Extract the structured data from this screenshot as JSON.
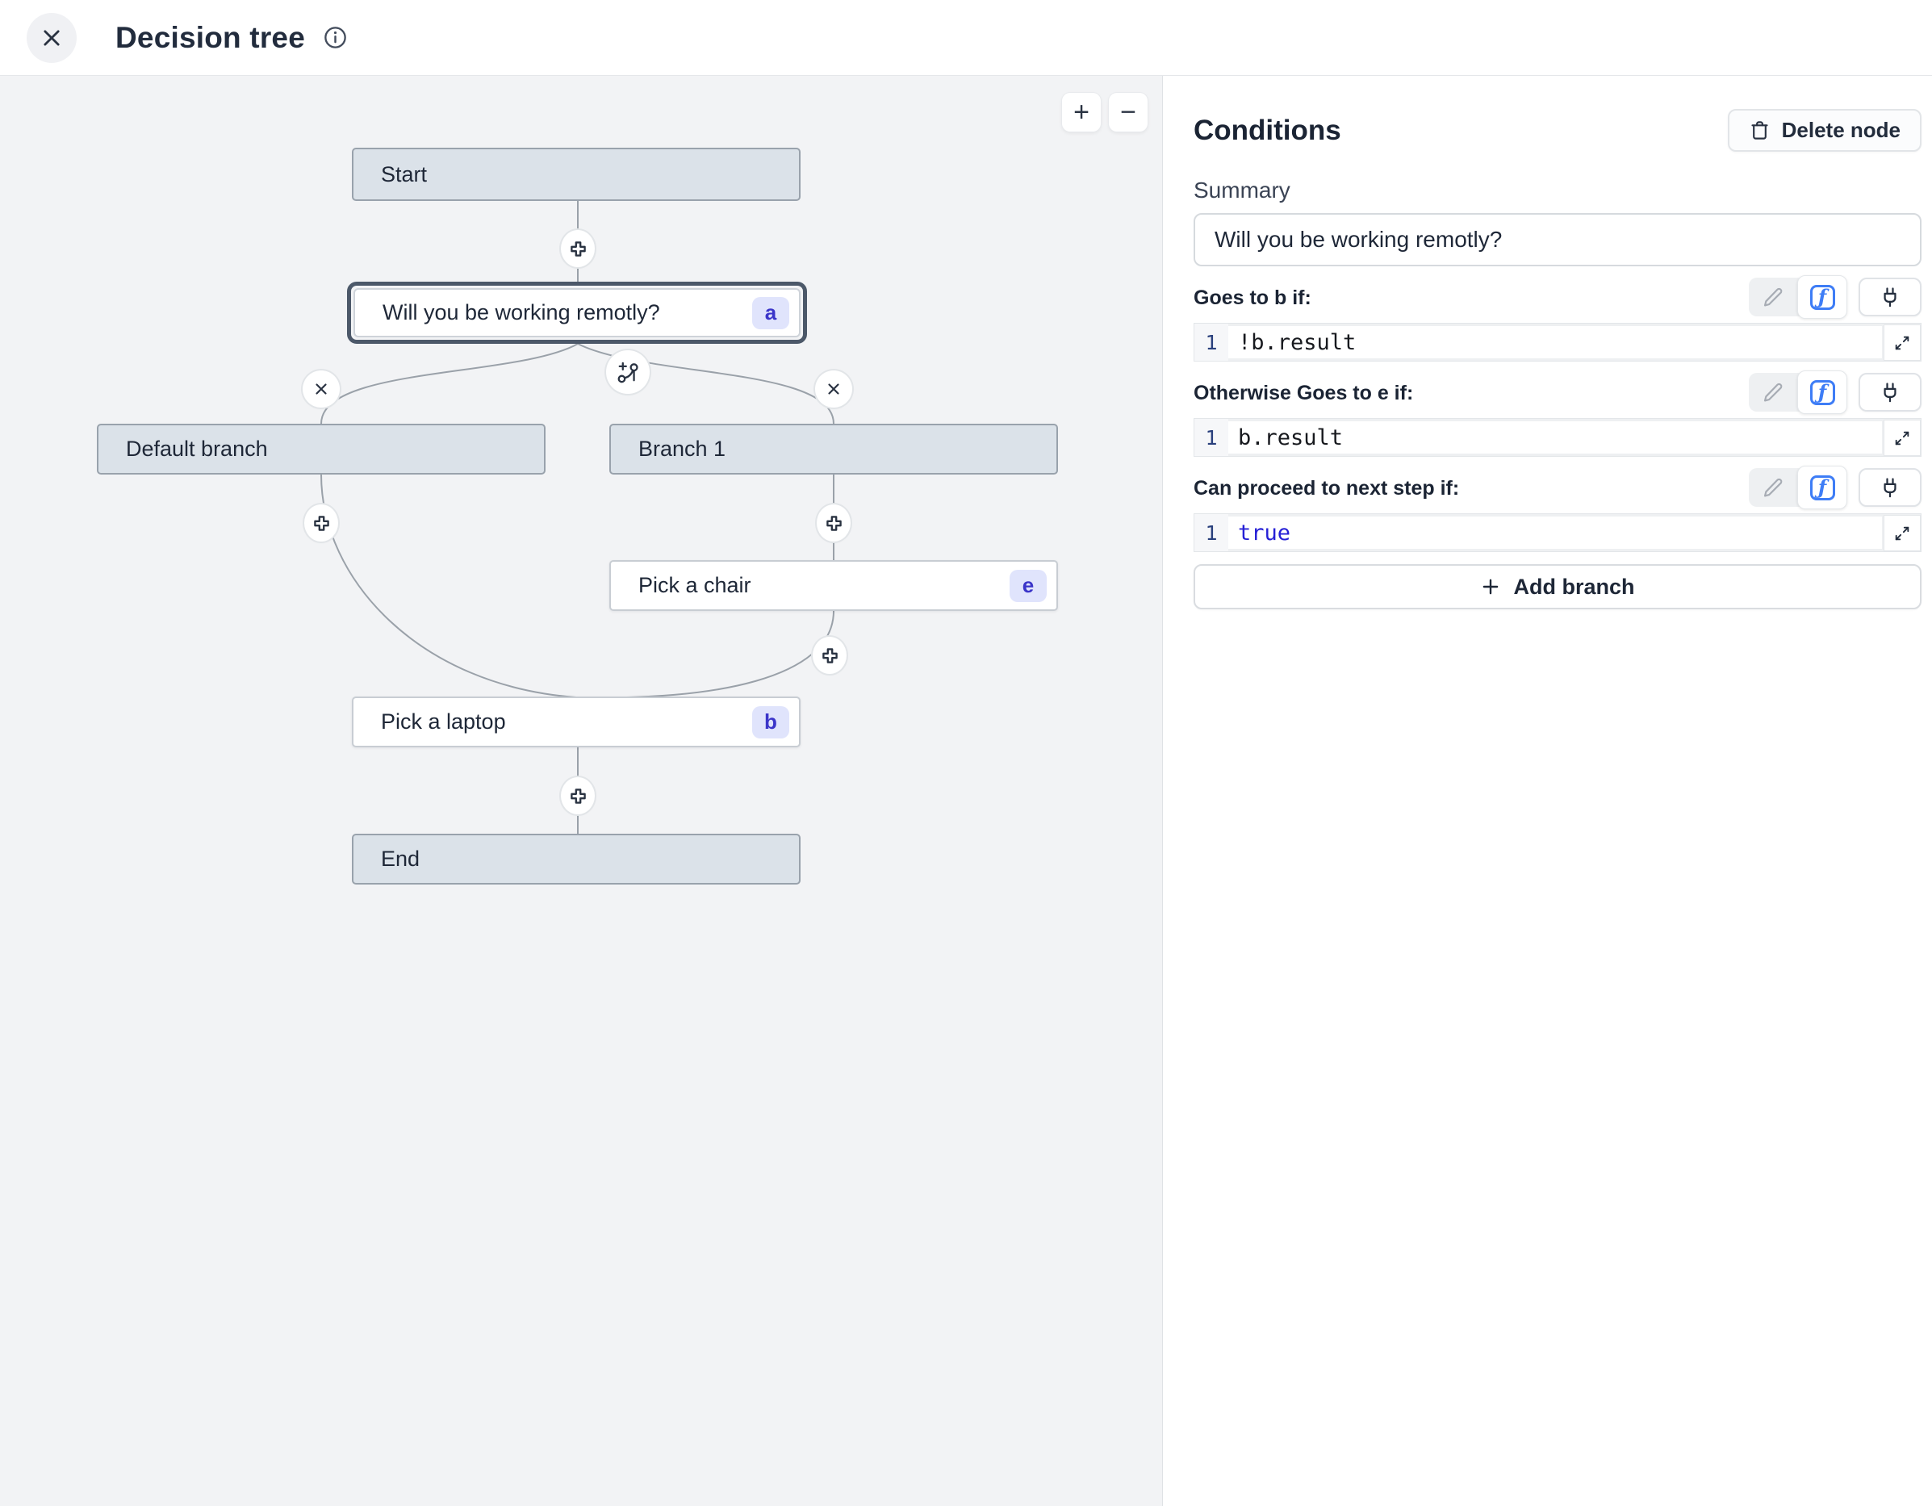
{
  "header": {
    "title": "Decision tree"
  },
  "canvas": {
    "zoom_in": "+",
    "zoom_out": "−",
    "nodes": {
      "start": {
        "label": "Start"
      },
      "question": {
        "label": "Will you be working remotly?",
        "badge": "a"
      },
      "default_branch": {
        "label": "Default branch"
      },
      "branch1": {
        "label": "Branch 1"
      },
      "pick_chair": {
        "label": "Pick a chair",
        "badge": "e"
      },
      "pick_laptop": {
        "label": "Pick a laptop",
        "badge": "b"
      },
      "end": {
        "label": "End"
      }
    }
  },
  "panel": {
    "title": "Conditions",
    "delete_button_label": "Delete node",
    "summary_label": "Summary",
    "summary_value": "Will you be working remotly?",
    "function_icon_glyph": "ƒ",
    "sections": [
      {
        "label": "Goes to b if:",
        "line_number": "1",
        "code": "!b.result",
        "code_color": "#17191e"
      },
      {
        "label": "Otherwise Goes to e if:",
        "line_number": "1",
        "code": "b.result",
        "code_color": "#17191e"
      },
      {
        "label": "Can proceed to next step if:",
        "line_number": "1",
        "code": "true",
        "code_color": "#2620d6"
      }
    ],
    "add_branch_label": "Add branch"
  },
  "colors": {
    "accent_blue": "#3e7df6",
    "badge_bg": "#e0e4fc",
    "badge_text": "#3b35c9",
    "keyword_blue": "#2620d6",
    "selected_border": "#4c5869",
    "canvas_bg": "#f2f3f5",
    "node_gray_bg": "#dbe2e9"
  }
}
